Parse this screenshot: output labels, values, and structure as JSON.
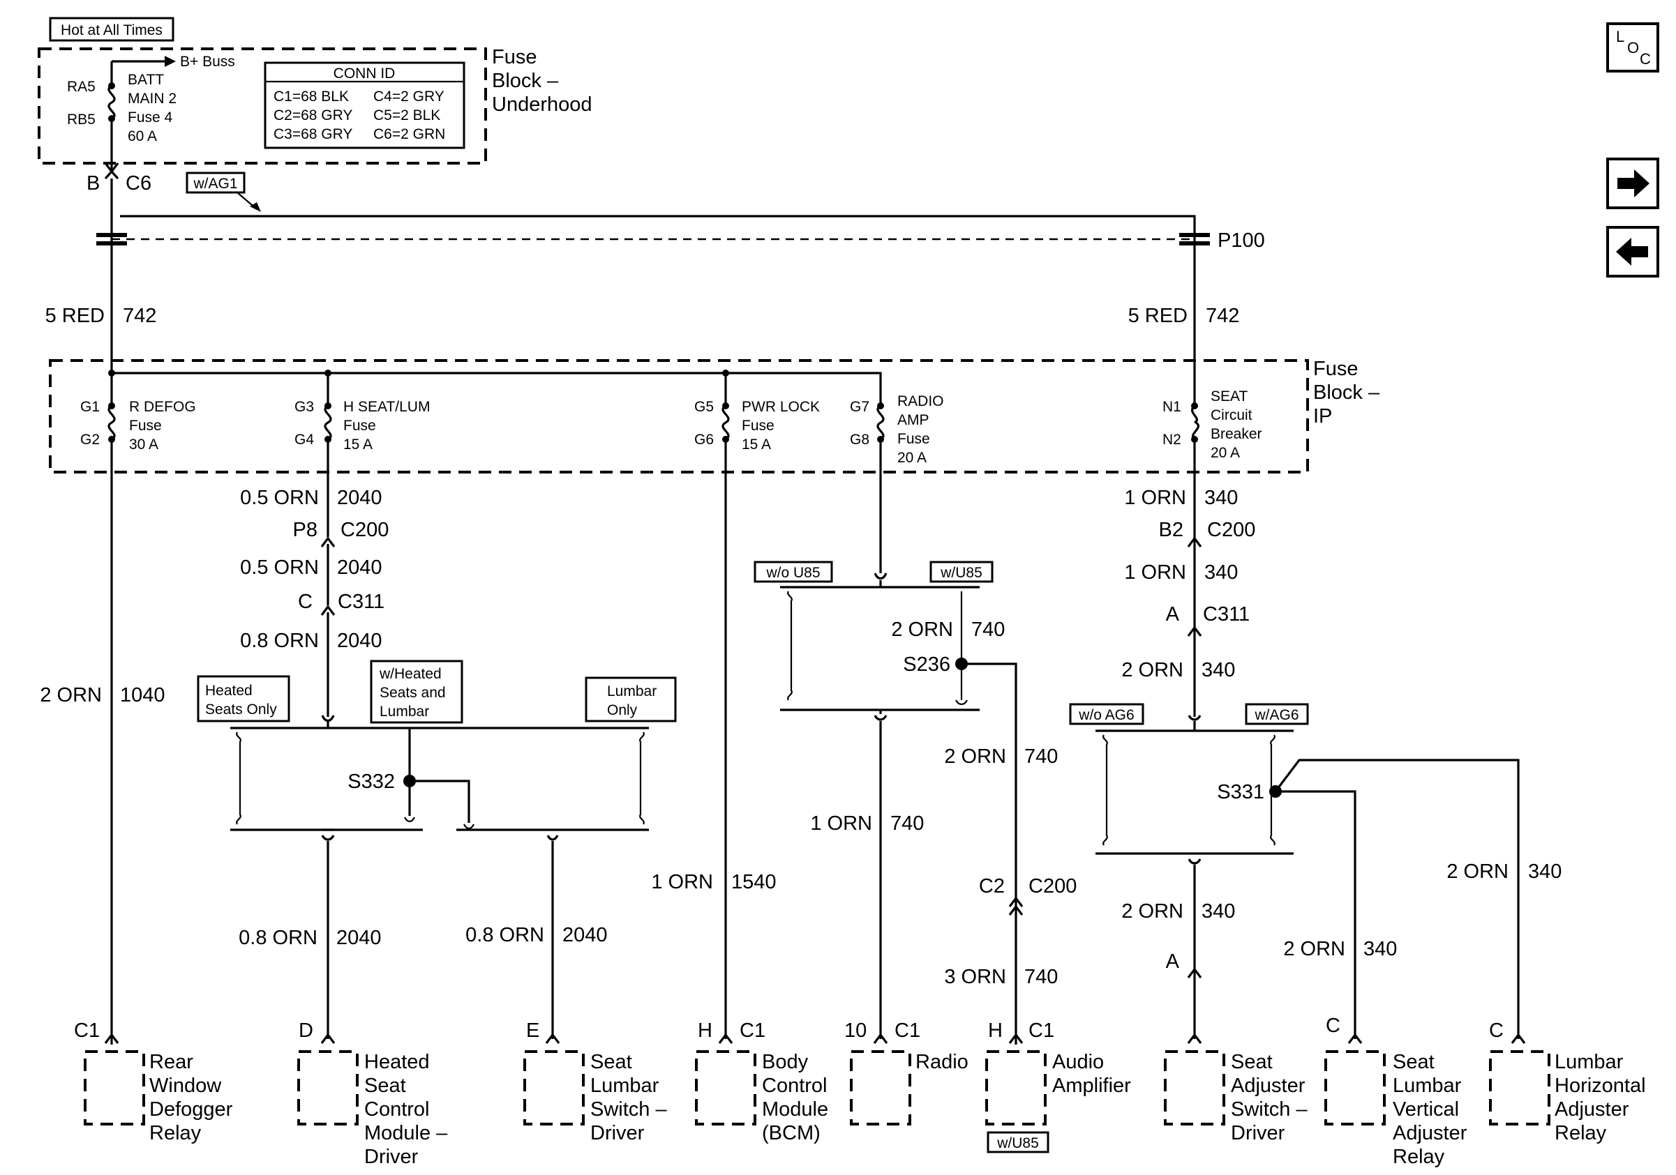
{
  "header": {
    "hot_at_all_times": "Hot at All Times",
    "b_buss": "B+ Buss"
  },
  "underhood_block": {
    "title": [
      "Fuse",
      "Block –",
      "Underhood"
    ],
    "pin_in": "RA5",
    "pin_out": "RB5",
    "fuse_label": [
      "BATT",
      "MAIN 2",
      "Fuse 4",
      "60 A"
    ],
    "conn_id": {
      "title": "CONN ID",
      "rows": [
        [
          "C1=68 BLK",
          "C4=2 GRY"
        ],
        [
          "C2=68 GRY",
          "C5=2 BLK"
        ],
        [
          "C3=68 GRY",
          "C6=2 GRN"
        ]
      ]
    }
  },
  "connectors": {
    "b_pin": "B",
    "c6": "C6",
    "w_ag1": "w/AG1",
    "p100": "P100"
  },
  "wire_labels": {
    "left_742": [
      "5 RED",
      "742"
    ],
    "right_742": [
      "5 RED",
      "742"
    ]
  },
  "ip_block": {
    "title": [
      "Fuse",
      "Block –",
      "IP"
    ],
    "fuses": [
      {
        "pin_in": "G1",
        "pin_out": "G2",
        "label": [
          "R DEFOG",
          "Fuse",
          "30 A"
        ]
      },
      {
        "pin_in": "G3",
        "pin_out": "G4",
        "label": [
          "H SEAT/LUM",
          "Fuse",
          "15 A"
        ]
      },
      {
        "pin_in": "G5",
        "pin_out": "G6",
        "label": [
          "PWR LOCK",
          "Fuse",
          "15 A"
        ]
      },
      {
        "pin_in": "G7",
        "pin_out": "G8",
        "label": [
          "RADIO",
          "AMP",
          "Fuse",
          "20 A"
        ]
      },
      {
        "pin_in": "N1",
        "pin_out": "N2",
        "label": [
          "SEAT",
          "Circuit",
          "Breaker",
          "20 A"
        ]
      }
    ]
  },
  "circuit_2040": {
    "w1": [
      "0.5 ORN",
      "2040"
    ],
    "c200": [
      "P8",
      "C200"
    ],
    "w2": [
      "0.5 ORN",
      "2040"
    ],
    "c311": [
      "C",
      "C311"
    ],
    "w3": [
      "0.8 ORN",
      "2040"
    ],
    "opt_heated_only": [
      "Heated",
      "Seats Only"
    ],
    "opt_heated_lumbar": [
      "w/Heated",
      "Seats and",
      "Lumbar"
    ],
    "opt_lumbar_only": [
      "Lumbar",
      "Only"
    ],
    "splice": "S332",
    "w_d": [
      "0.8 ORN",
      "2040"
    ],
    "w_e": [
      "0.8 ORN",
      "2040"
    ]
  },
  "circuit_1040": [
    "2 ORN",
    "1040"
  ],
  "circuit_1540": [
    "1 ORN",
    "1540"
  ],
  "circuit_740": {
    "opt_wo_u85": "w/o U85",
    "opt_w_u85": "w/U85",
    "w1": [
      "2 ORN",
      "740"
    ],
    "splice": "S236",
    "w_radio": [
      "1 ORN",
      "740"
    ],
    "w_amp": [
      "2 ORN",
      "740"
    ],
    "c200": [
      "C2",
      "C200"
    ],
    "w_amp2": [
      "3 ORN",
      "740"
    ]
  },
  "circuit_340": {
    "w1": [
      "1 ORN",
      "340"
    ],
    "c200": [
      "B2",
      "C200"
    ],
    "w2": [
      "1 ORN",
      "340"
    ],
    "c311": [
      "A",
      "C311"
    ],
    "w3": [
      "2 ORN",
      "340"
    ],
    "opt_wo_ag6": "w/o AG6",
    "opt_w_ag6": "w/AG6",
    "splice": "S331",
    "w_switch": [
      "2 ORN",
      "340"
    ],
    "switch_pin": "A",
    "w_vertical": [
      "2 ORN",
      "340"
    ],
    "w_horizontal": [
      "2 ORN",
      "340"
    ]
  },
  "components": [
    {
      "pin": "C1",
      "name": [
        "Rear",
        "Window",
        "Defogger",
        "Relay"
      ]
    },
    {
      "pin": "D",
      "name": [
        "Heated",
        "Seat",
        "Control",
        "Module –",
        "Driver"
      ]
    },
    {
      "pin": "E",
      "name": [
        "Seat",
        "Lumbar",
        "Switch –",
        "Driver"
      ]
    },
    {
      "pin": "H",
      "conn": "C1",
      "name": [
        "Body",
        "Control",
        "Module",
        "(BCM)"
      ]
    },
    {
      "pin": "10",
      "conn": "C1",
      "name": [
        "Radio"
      ]
    },
    {
      "pin": "H",
      "conn": "C1",
      "name": [
        "Audio",
        "Amplifier"
      ],
      "tag": "w/U85"
    },
    {
      "pin": "",
      "name": [
        "Seat",
        "Adjuster",
        "Switch –",
        "Driver"
      ]
    },
    {
      "pin": "C",
      "name": [
        "Seat",
        "Lumbar",
        "Vertical",
        "Adjuster",
        "Relay"
      ]
    },
    {
      "pin": "C",
      "name": [
        "Lumbar",
        "Horizontal",
        "Adjuster",
        "Relay"
      ]
    }
  ],
  "nav": {
    "loc_l": "L",
    "loc_o": "O",
    "loc_c": "C"
  }
}
